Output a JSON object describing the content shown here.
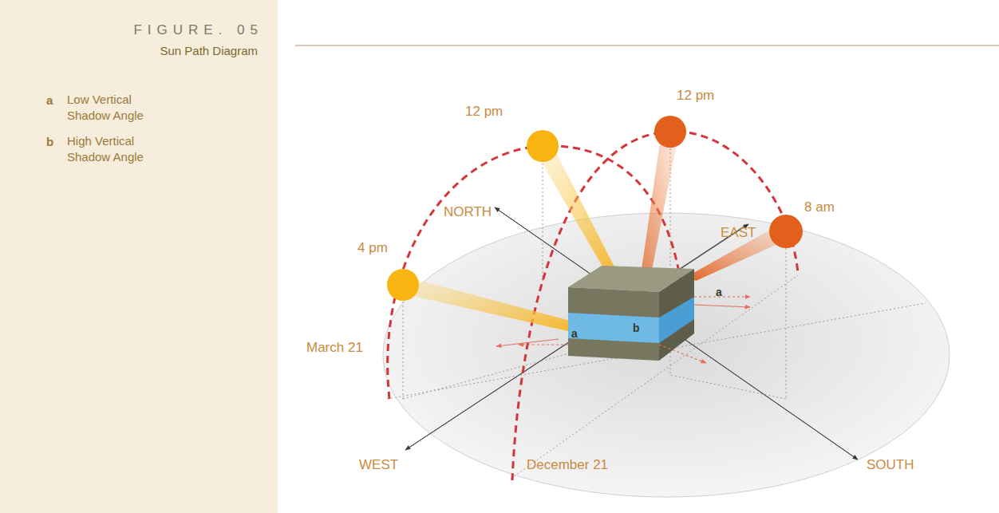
{
  "diagram": {
    "title": "FIGURE. 05",
    "caption": "Sun Path Diagram",
    "labels": [
      "a",
      "Low Vertical Shadow Angle",
      "b",
      "High Vertical Shadow Angle",
      "12 pm",
      "12 pm",
      "8 am",
      "4 pm",
      "NORTH",
      "EAST",
      "March 21",
      "WEST",
      "December 21",
      "SOUTH",
      "a",
      "b",
      "a"
    ]
  }
}
